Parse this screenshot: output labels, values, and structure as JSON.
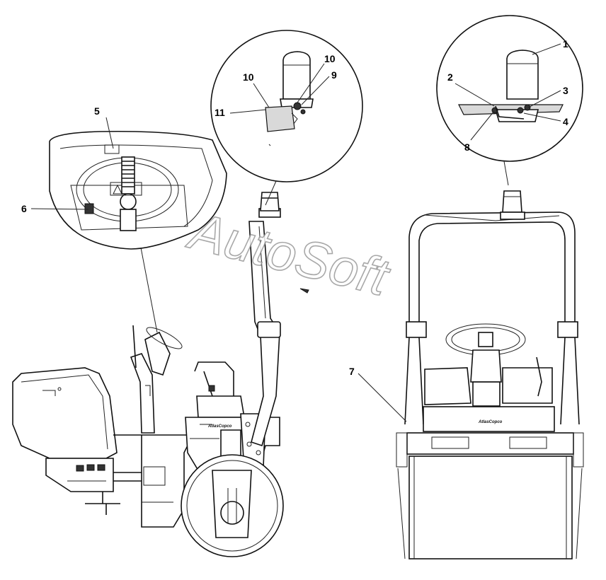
{
  "watermark": "AutoSoft",
  "decals": {
    "brand_left": "AtlasCopco",
    "brand_right": "AtlasCopco"
  },
  "callouts": [
    {
      "id": "label-1",
      "text": "1"
    },
    {
      "id": "label-2",
      "text": "2"
    },
    {
      "id": "label-3",
      "text": "3"
    },
    {
      "id": "label-4",
      "text": "4"
    },
    {
      "id": "label-5",
      "text": "5"
    },
    {
      "id": "label-6",
      "text": "6"
    },
    {
      "id": "label-7",
      "text": "7"
    },
    {
      "id": "label-8",
      "text": "8"
    },
    {
      "id": "label-9",
      "text": "9"
    },
    {
      "id": "label-10a",
      "text": "10"
    },
    {
      "id": "label-10b",
      "text": "10"
    },
    {
      "id": "label-11",
      "text": "11"
    }
  ]
}
